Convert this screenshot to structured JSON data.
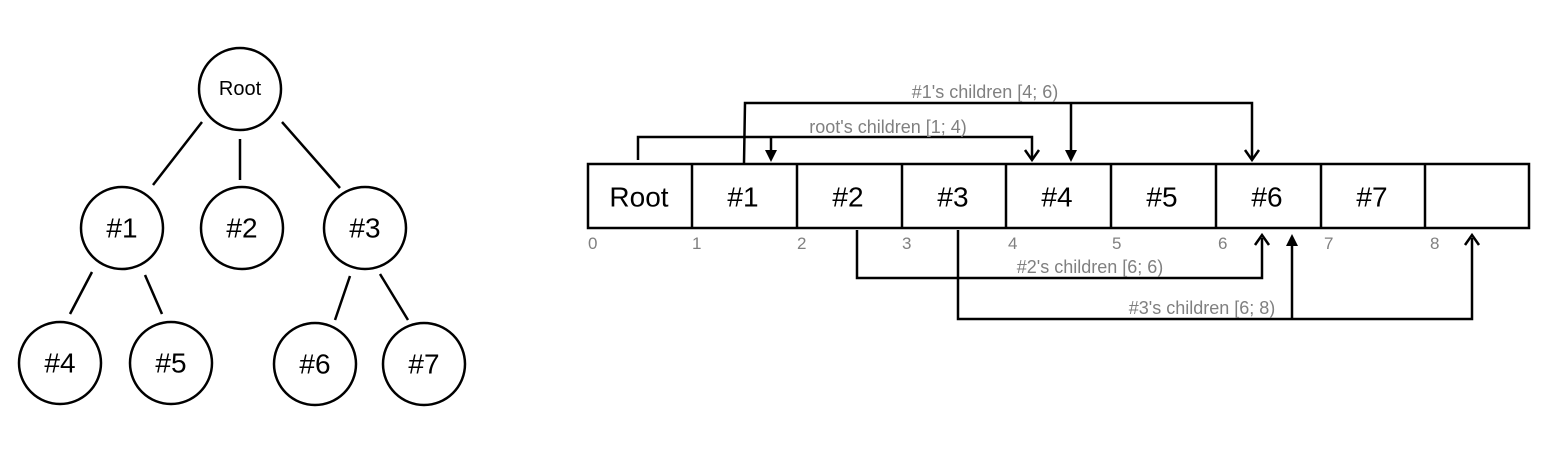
{
  "tree": {
    "root": "Root",
    "level1": [
      "#1",
      "#2",
      "#3"
    ],
    "level2": [
      "#4",
      "#5",
      "#6",
      "#7"
    ]
  },
  "array": {
    "cells": [
      "Root",
      "#1",
      "#2",
      "#3",
      "#4",
      "#5",
      "#6",
      "#7",
      ""
    ],
    "indices": [
      "0",
      "1",
      "2",
      "3",
      "4",
      "5",
      "6",
      "7",
      "8"
    ]
  },
  "arrows": {
    "node1_children": "#1's children [4; 6)",
    "root_children": "root's children [1; 4)",
    "node2_children": "#2's children [6; 6)",
    "node3_children": "#3's children [6; 8)"
  }
}
